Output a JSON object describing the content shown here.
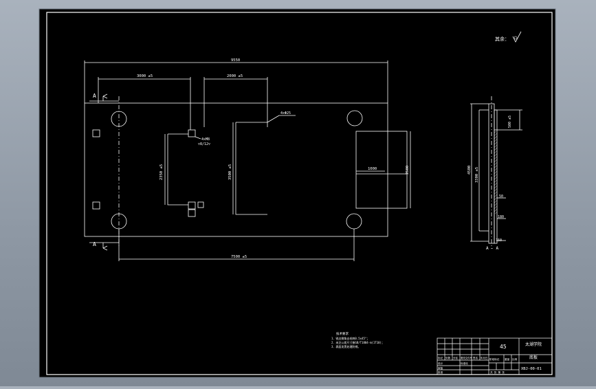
{
  "drawing": {
    "roughness_label": "其余：",
    "dimensions": {
      "overall_width": "9550",
      "left_offset": "3000 ±5",
      "slot_offset": "2000 ±5",
      "hole_spacing_x": "7500 ±5",
      "left_slot_height": "2350 ±5",
      "right_slot_height": "3500 ±5",
      "tab_width": "1000",
      "tab_height": "2500",
      "thread_callout_1": "4xM8",
      "thread_callout_2": "▽8/12▽",
      "hole_callout": "4xΦ25",
      "side_total": "4500",
      "side_inner": "3300 ±5",
      "side_top": "500 ±5",
      "side_mid": "50",
      "side_lower": "180",
      "side_bottom": "150"
    },
    "section_markers": {
      "left_top": "A",
      "left_bottom": "A",
      "side_view": "A - A"
    },
    "notes": {
      "heading": "技术要求",
      "lines": [
        "1．锐边倒角去毛刺0.5x45°；",
        "2．未注公差尺寸按GB/T1804-m(1T10)；",
        "3．表面发黑处理防锈。"
      ]
    },
    "title_block": {
      "material": "45",
      "school": "太湖学院",
      "part_name": "底板",
      "drawing_no": "XBJ-00-01",
      "row_labels": [
        "标记",
        "处数",
        "分区",
        "更改文件号",
        "签名",
        "年月日"
      ],
      "design_label": "设计",
      "standard_label": "标准化",
      "stage_label": "阶段标记",
      "weight_label": "重量",
      "scale_label": "比例",
      "review_label": "审核",
      "approve_label": "批准",
      "sheet_label": "共 张 第 张"
    }
  }
}
